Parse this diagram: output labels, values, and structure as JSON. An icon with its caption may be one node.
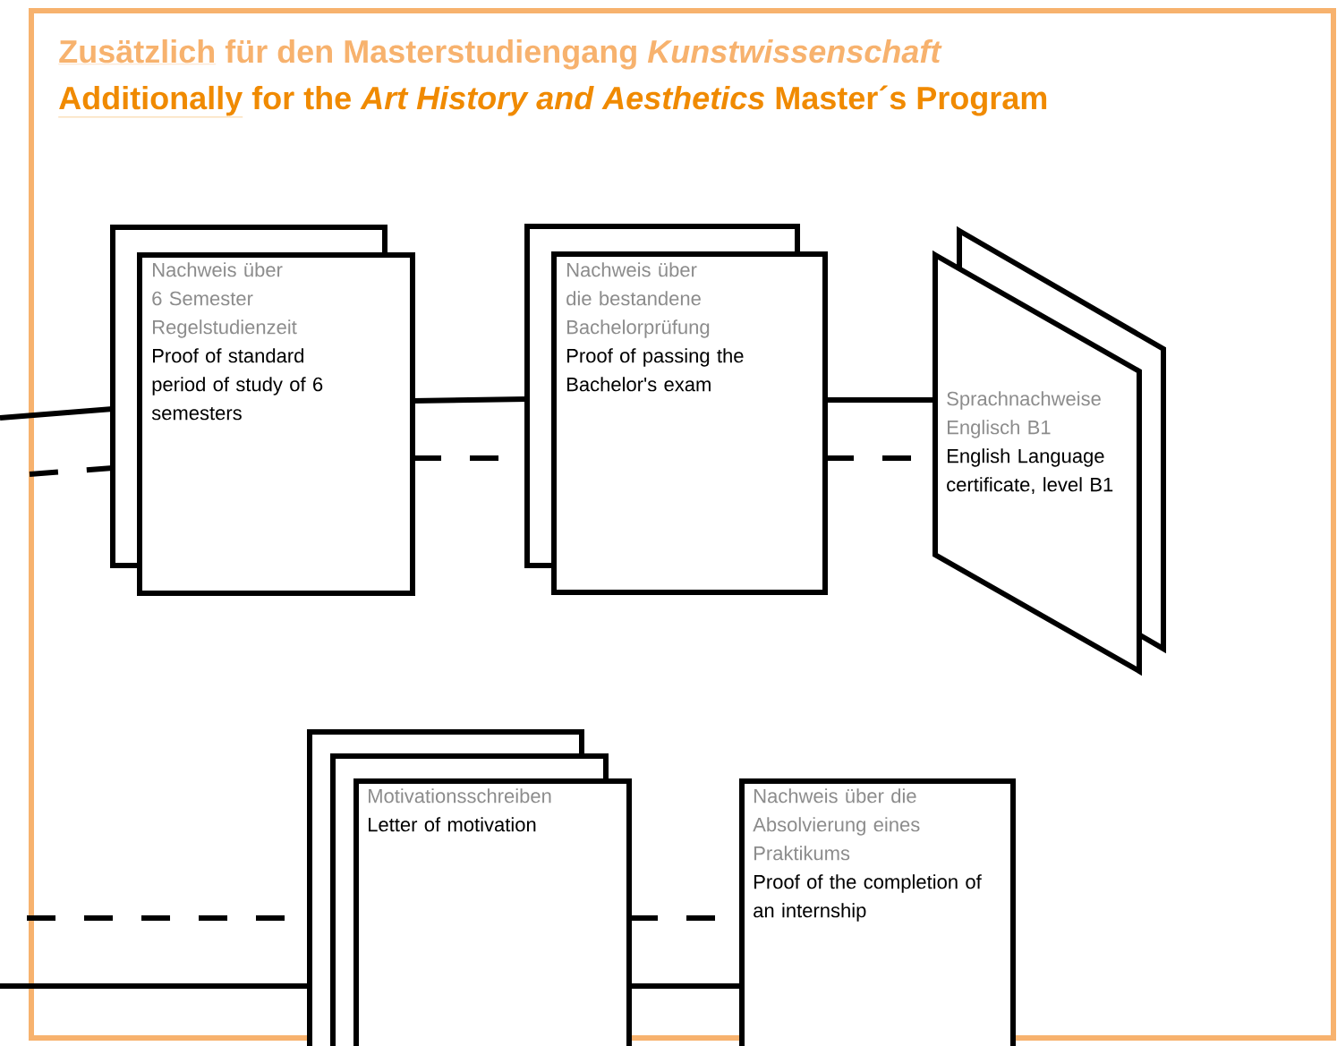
{
  "diagram": {
    "nodes": [
      {
        "text": [
          "Nachweis über 6 Semester Regelstudienzeit",
          "Proof of standard period of study of 6 semesters"
        ]
      },
      {
        "text": [
          "Nachweis über die bestandene Bachelorprüfung",
          "Proof of passing the Bachelor's exam"
        ]
      },
      {
        "text": [
          "Sprachnachweise Englisch B1",
          "English Language certificate, level B1"
        ]
      },
      {
        "text": [
          "Motivationsschreiben",
          "Letter of motivation"
        ]
      },
      {
        "text": [
          "Nachweis über die Absolvierung eines Praktikums",
          "Proof of the completion of an internship"
        ]
      }
    ],
    "edges": [
      {
        "from": null,
        "to": 0,
        "arrow": "none"
      },
      {
        "from": null,
        "to": 0,
        "arrow": "none",
        "style": "dashed"
      },
      {
        "from": 0,
        "to": 1,
        "arrow": "none"
      },
      {
        "from": 0,
        "to": 1,
        "arrow": "none",
        "style": "dashed"
      },
      {
        "from": 1,
        "to": 2,
        "arrow": "none"
      },
      {
        "from": 1,
        "to": 2,
        "arrow": "none",
        "style": "dashed"
      },
      {
        "from": null,
        "to": 3,
        "arrow": "none"
      },
      {
        "from": null,
        "to": 3,
        "arrow": "none",
        "style": "dashed"
      },
      {
        "from": 3,
        "to": 4,
        "arrow": "none"
      },
      {
        "from": 3,
        "to": 4,
        "arrow": "none",
        "style": "dashed"
      }
    ],
    "labels": [
      "Zusätzlich",
      "für den Masterstudiengang *Kunstwissenschaft*",
      "Additionally",
      "for the *Art History and Aesthetics* Master´s Program"
    ]
  }
}
